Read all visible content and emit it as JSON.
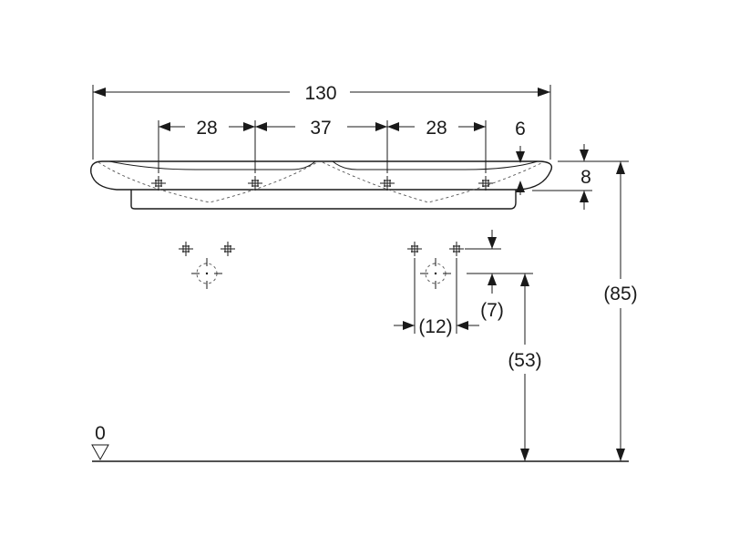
{
  "drawing": {
    "dimensions": {
      "overall_width": "130",
      "hole_spacing_left": "28",
      "hole_spacing_center": "37",
      "hole_spacing_right": "28",
      "edge_offset": "6",
      "rim_thickness": "8",
      "total_height": "(85)",
      "waste_height": "(53)",
      "waste_offset_vertical": "(7)",
      "waste_spacing": "(12)",
      "floor_level": "0"
    }
  }
}
